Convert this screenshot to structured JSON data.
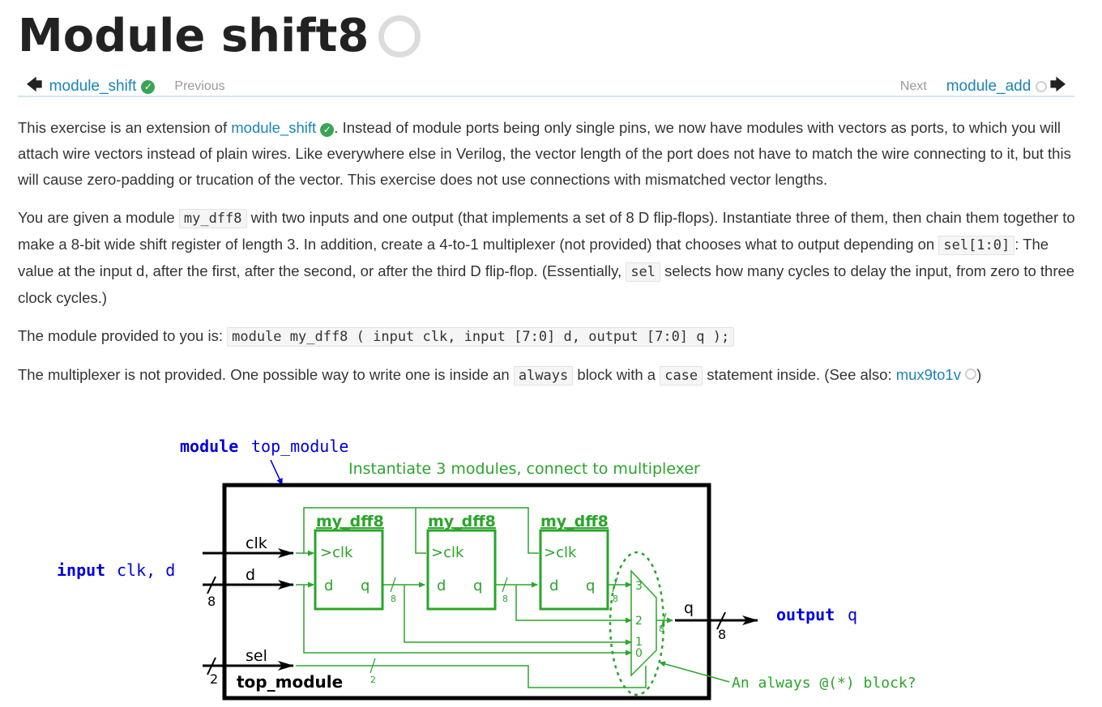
{
  "page": {
    "title": "Module shift8"
  },
  "nav": {
    "prev_link": "module_shift",
    "prev_label": "Previous",
    "next_label": "Next",
    "next_link": "module_add"
  },
  "content": {
    "p1": {
      "a": "This exercise is an extension of ",
      "link": "module_shift",
      "b": ". Instead of module ports being only single pins, we now have modules with vectors as ports, to which you will attach wire vectors instead of plain wires. Like everywhere else in Verilog, the vector length of the port does not have to match the wire connecting to it, but this will cause zero-padding or trucation of the vector. This exercise does not use connections with mismatched vector lengths."
    },
    "p2": {
      "a": "You are given a module ",
      "code1": "my_dff8",
      "b": " with two inputs and one output (that implements a set of 8 D flip-flops). Instantiate three of them, then chain them together to make a 8-bit wide shift register of length 3. In addition, create a 4-to-1 multiplexer (not provided) that chooses what to output depending on ",
      "code2": "sel[1:0]",
      "c": ": The value at the input d, after the first, after the second, or after the third D flip-flop. (Essentially, ",
      "code3": "sel",
      "d": " selects how many cycles to delay the input, from zero to three clock cycles.)"
    },
    "p3": {
      "a": "The module provided to you is: ",
      "code": "module my_dff8 ( input clk, input [7:0] d, output [7:0] q );"
    },
    "p4": {
      "a": "The multiplexer is not provided. One possible way to write one is inside an ",
      "code1": "always",
      "b": " block with a ",
      "code2": "case",
      "c": " statement inside. (See also: ",
      "link": "mux9to1v",
      "d": ")"
    }
  },
  "diagram": {
    "module_kw": "module",
    "module_name": "top_module",
    "instantiate_note": "Instantiate 3 modules, connect to multiplexer",
    "dff_name": "my_dff8",
    "clk": "clk",
    "d": "d",
    "q": "q",
    "sel": "sel",
    "width8": "8",
    "width2": "2",
    "mux_3": "3",
    "mux_2": "2",
    "mux_1": "1",
    "mux_0": "0",
    "input_kw": "input",
    "input_names": "clk, d",
    "output_kw": "output",
    "output_name": "q",
    "box_label": "top_module",
    "always_note": "An always @(*) block?",
    "colors": {
      "green": "#2aa52a",
      "blue": "#0000dd",
      "black": "#000000"
    }
  }
}
